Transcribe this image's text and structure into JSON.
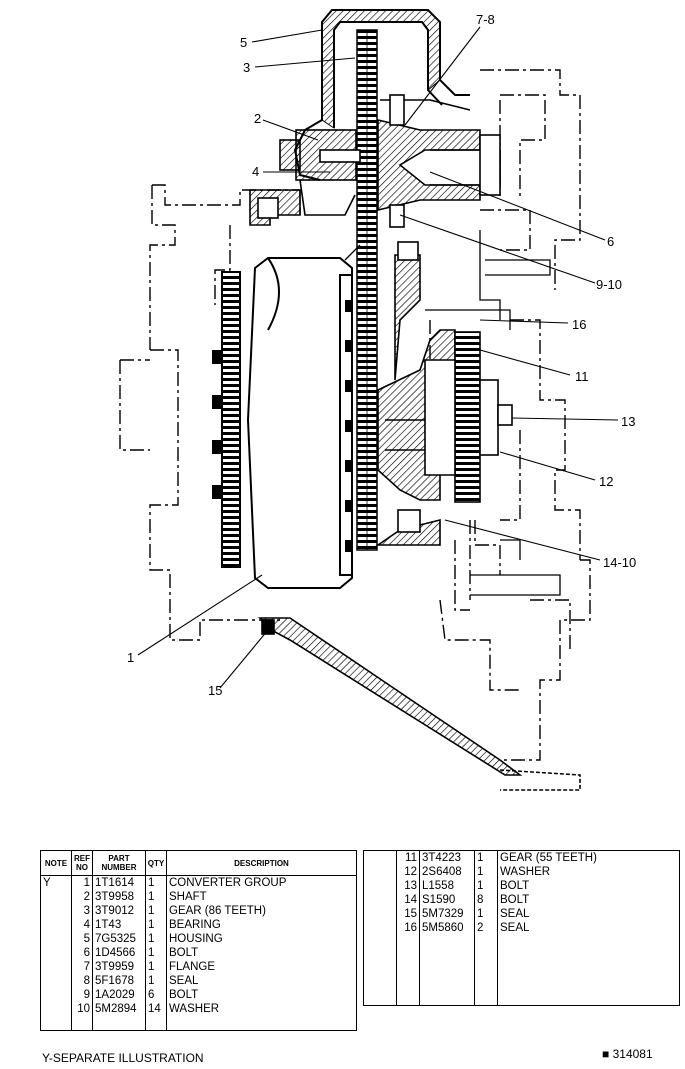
{
  "callouts": [
    {
      "label": "5"
    },
    {
      "label": "3"
    },
    {
      "label": "7-8"
    },
    {
      "label": "2"
    },
    {
      "label": "4"
    },
    {
      "label": "6"
    },
    {
      "label": "9-10"
    },
    {
      "label": "16"
    },
    {
      "label": "11"
    },
    {
      "label": "13"
    },
    {
      "label": "12"
    },
    {
      "label": "14-10"
    },
    {
      "label": "1"
    },
    {
      "label": "15"
    }
  ],
  "table_headers": {
    "note": "NOTE",
    "ref_no": "REF NO",
    "part_number": "PART NUMBER",
    "qty": "QTY",
    "description": "DESCRIPTION"
  },
  "parts_left": [
    {
      "note": "Y",
      "ref": "1",
      "part": "1T1614",
      "qty": "1",
      "desc": "CONVERTER GROUP"
    },
    {
      "note": "",
      "ref": "2",
      "part": "3T9958",
      "qty": "1",
      "desc": "SHAFT"
    },
    {
      "note": "",
      "ref": "3",
      "part": "3T9012",
      "qty": "1",
      "desc": "GEAR (86 TEETH)"
    },
    {
      "note": "",
      "ref": "4",
      "part": "1T43",
      "qty": "1",
      "desc": "BEARING"
    },
    {
      "note": "",
      "ref": "5",
      "part": "7G5325",
      "qty": "1",
      "desc": "HOUSING"
    },
    {
      "note": "",
      "ref": "6",
      "part": "1D4566",
      "qty": "1",
      "desc": "BOLT"
    },
    {
      "note": "",
      "ref": "7",
      "part": "3T9959",
      "qty": "1",
      "desc": "FLANGE"
    },
    {
      "note": "",
      "ref": "8",
      "part": "5F1678",
      "qty": "1",
      "desc": "SEAL"
    },
    {
      "note": "",
      "ref": "9",
      "part": "1A2029",
      "qty": "6",
      "desc": "BOLT"
    },
    {
      "note": "",
      "ref": "10",
      "part": "5M2894",
      "qty": "14",
      "desc": "WASHER"
    }
  ],
  "parts_right": [
    {
      "ref": "11",
      "part": "3T4223",
      "qty": "1",
      "desc": "GEAR (55 TEETH)"
    },
    {
      "ref": "12",
      "part": "2S6408",
      "qty": "1",
      "desc": "WASHER"
    },
    {
      "ref": "13",
      "part": "L1558",
      "qty": "1",
      "desc": "BOLT"
    },
    {
      "ref": "14",
      "part": "S1590",
      "qty": "8",
      "desc": "BOLT"
    },
    {
      "ref": "15",
      "part": "5M7329",
      "qty": "1",
      "desc": "SEAL"
    },
    {
      "ref": "16",
      "part": "5M5860",
      "qty": "2",
      "desc": "SEAL"
    }
  ],
  "footnote": "Y-SEPARATE ILLUSTRATION",
  "illustration_number": "314081"
}
